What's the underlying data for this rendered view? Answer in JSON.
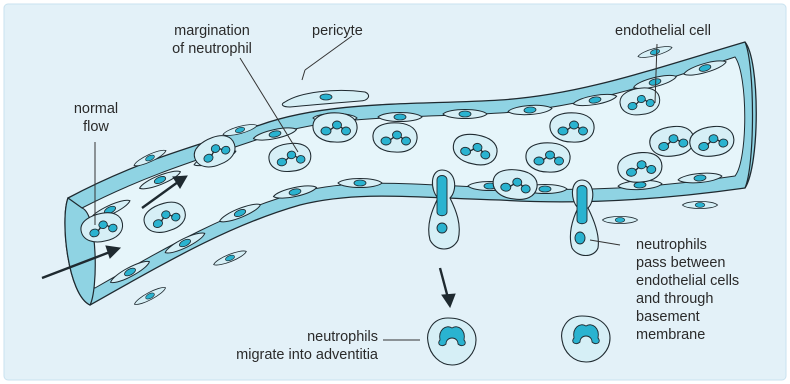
{
  "labels": {
    "pericyte": "pericyte",
    "margination": "margination\nof neutrophil",
    "endothelial_cell": "endothelial cell",
    "normal_flow": "normal\nflow",
    "neutrophils_pass": "neutrophils\npass between\nendothelial cells\nand through\nbasement\nmembrane",
    "neutrophils_migrate": "neutrophils\nmigrate into adventitia"
  },
  "colors": {
    "panel_bg": "#e3f1f8",
    "panel_border": "#c9e2ef",
    "vessel_wall": "#8fd3e3",
    "vessel_lumen": "#fcfeff",
    "vessel_interior": "#e6f5fa",
    "cell_fill": "#d6eff6",
    "nucleus": "#2ab3d0",
    "outline": "#1f2a30",
    "leader": "#333333"
  }
}
